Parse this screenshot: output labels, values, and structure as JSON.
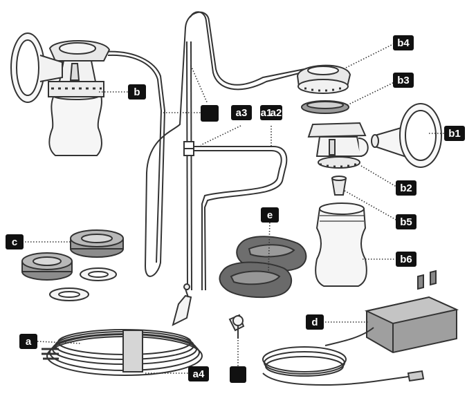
{
  "diagram": {
    "labels": {
      "a": "a",
      "a1": "a1",
      "a2": "a2",
      "a3": "a3",
      "a4": "a4",
      "b": "b",
      "b1": "b1",
      "b2": "b2",
      "b3": "b3",
      "b4": "b4",
      "b5": "b5",
      "b6": "b6",
      "c": "c",
      "d": "d",
      "e": "e"
    }
  }
}
